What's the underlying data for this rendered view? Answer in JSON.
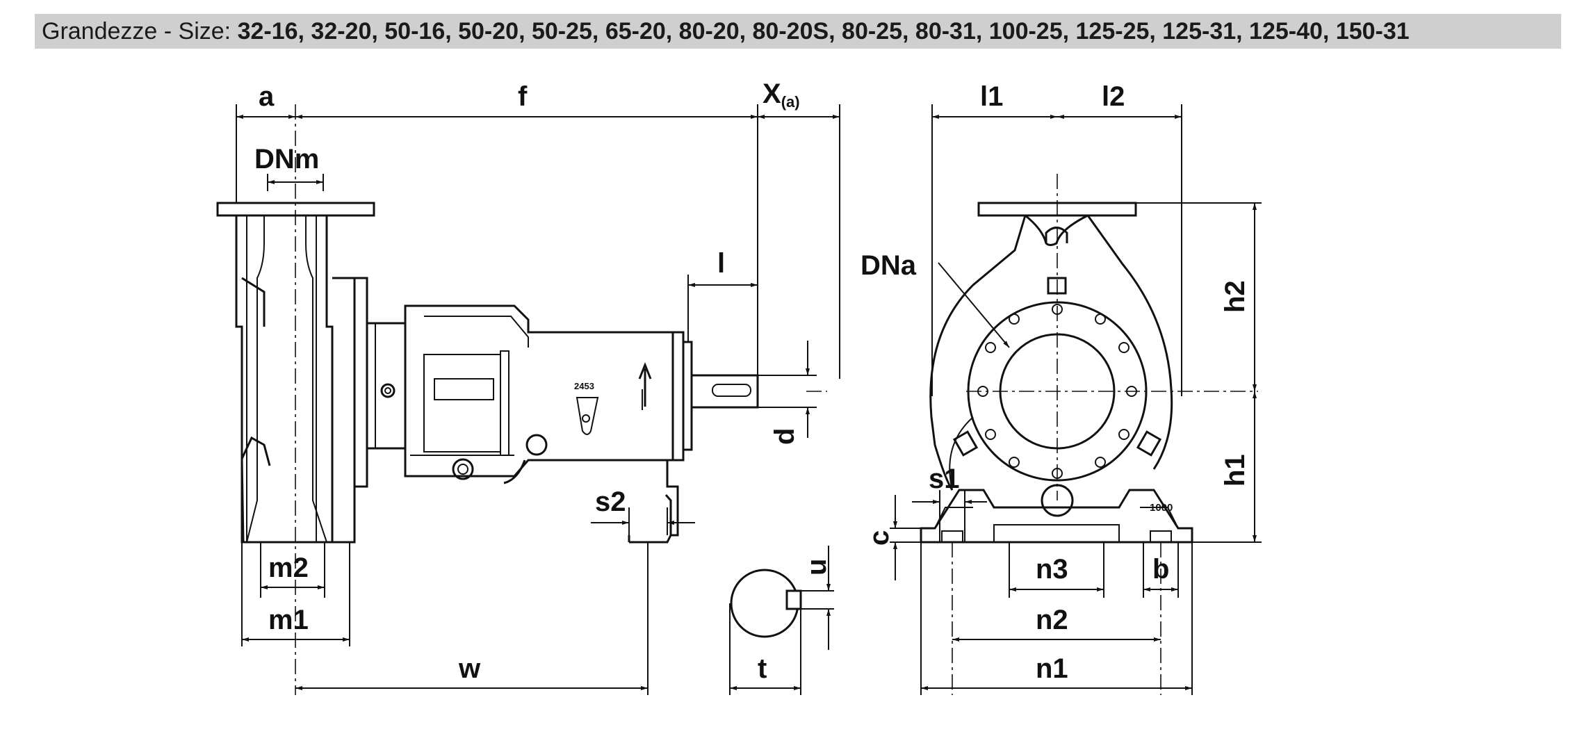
{
  "header": {
    "prefix": "Grandezze - Size: ",
    "sizes": "32-16, 32-20, 50-16, 50-20, 50-25, 65-20, 80-20, 80-20S, 80-25, 80-31, 100-25, 125-25, 125-31, 125-40, 150-31"
  },
  "side_view": {
    "labels": {
      "a": "a",
      "f": "f",
      "x": "X",
      "x_sub": "(a)",
      "dnm": "DNm",
      "l": "l",
      "d": "d",
      "s2": "s2",
      "m2": "m2",
      "m1": "m1",
      "w": "w",
      "plate_marking": "2453"
    }
  },
  "shaft_section": {
    "labels": {
      "u": "u",
      "t": "t"
    }
  },
  "front_view": {
    "labels": {
      "l1": "l1",
      "l2": "l2",
      "dna": "DNa",
      "h2": "h2",
      "h1": "h1",
      "s1": "s1",
      "c": "c",
      "n3": "n3",
      "n2": "n2",
      "n1": "n1",
      "b": "b",
      "foot_marking": "1000"
    }
  }
}
